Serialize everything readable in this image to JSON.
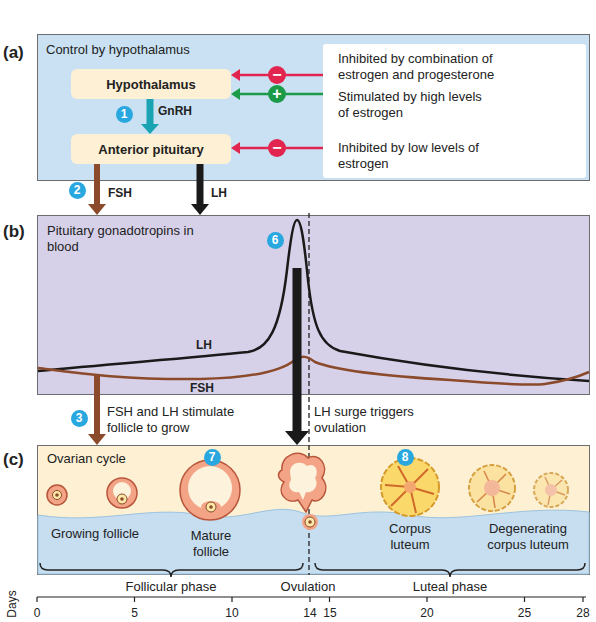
{
  "diagram": {
    "nodes": [
      {
        "text": [
          "(a)",
          "Control by hypothalamus"
        ]
      },
      {
        "text": [
          "Hypothalamus"
        ],
        "in": 0
      },
      {
        "text": [
          "Anterior pituitary"
        ],
        "in": 0
      },
      {
        "text": [
          "Inhibited by combination of estrogen and progesterone",
          "Stimulated by high levels of estrogen",
          "Inhibited by low levels of estrogen"
        ],
        "in": 0
      },
      {
        "text": [
          "(b)",
          "Pituitary gonadotropins in blood"
        ]
      },
      {
        "text": [
          "(c)",
          "Ovarian cycle"
        ]
      }
    ],
    "edges": [
      {
        "from": 1,
        "to": 2,
        "arrow": "to",
        "label": "GnRH"
      },
      {
        "from": 3,
        "to": 1,
        "arrow": "to",
        "label": "−"
      },
      {
        "from": 3,
        "to": 1,
        "arrow": "to",
        "label": "+"
      },
      {
        "from": 3,
        "to": 2,
        "arrow": "to",
        "label": "−"
      },
      {
        "from": 2,
        "to": 4,
        "arrow": "to",
        "label": "FSH"
      },
      {
        "from": 2,
        "to": 4,
        "arrow": "to",
        "label": "LH"
      },
      {
        "from": 4,
        "to": 5,
        "arrow": "to",
        "label": "FSH and LH stimulate follicle to grow"
      },
      {
        "from": 4,
        "to": 5,
        "arrow": "to",
        "label": "LH surge triggers ovulation"
      }
    ],
    "labels": [
      "1",
      "2",
      "6",
      "LH",
      "FSH",
      "3",
      "7",
      "8",
      "Growing follicle",
      "Mature follicle",
      "Corpus luteum",
      "Degenerating corpus luteum",
      "Follicular phase",
      "Ovulation",
      "Luteal phase",
      "Days",
      "0",
      "5",
      "10",
      "14",
      "15",
      "20",
      "25",
      "28"
    ]
  }
}
